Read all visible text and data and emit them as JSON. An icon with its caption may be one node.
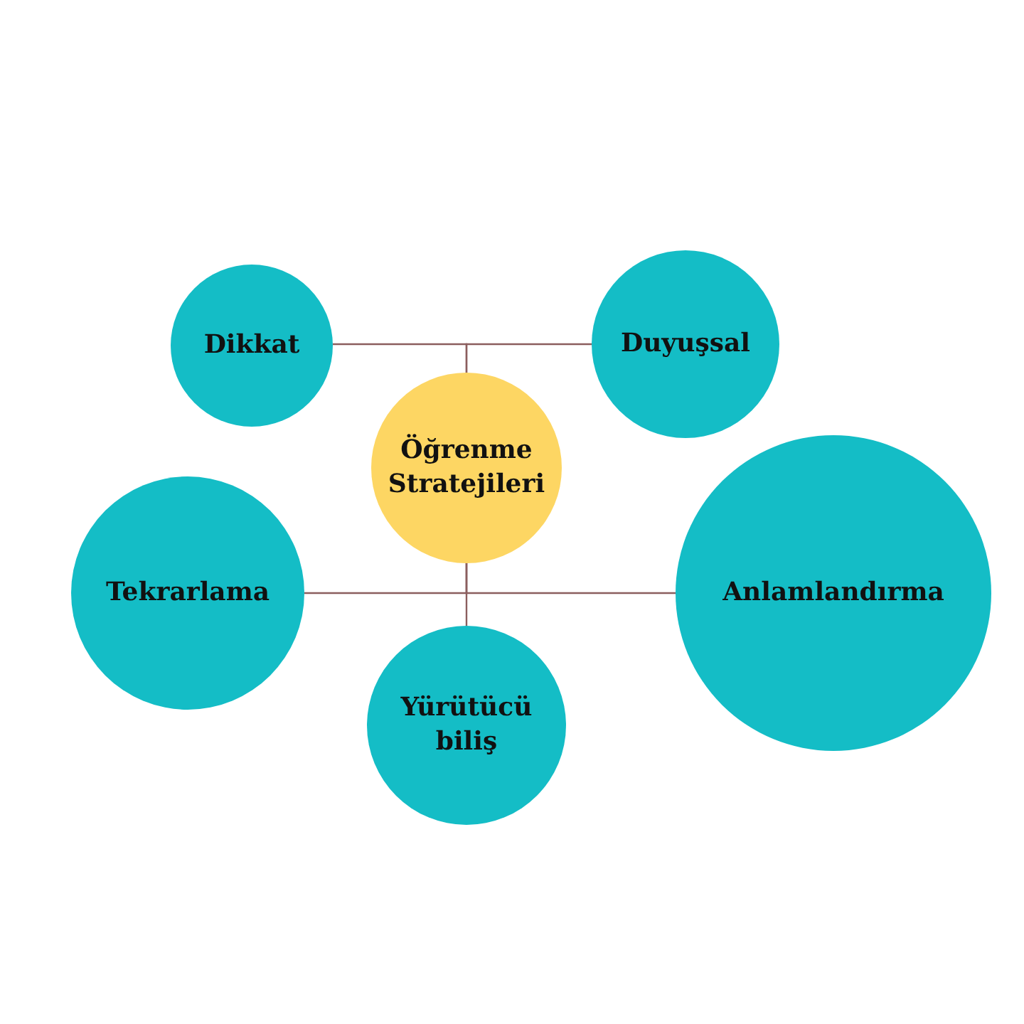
{
  "diagram": {
    "nodes": [
      {
        "text": [
          "Dikkat"
        ]
      },
      {
        "text": [
          "Duyuşsal"
        ]
      },
      {
        "text": [
          "Öğrenme Stratejileri"
        ]
      },
      {
        "text": [
          "Tekrarlama"
        ]
      },
      {
        "text": [
          "Anlamlandırma"
        ]
      },
      {
        "text": [
          "Yürütücü biliş"
        ]
      }
    ],
    "edges": [
      {
        "from": 2,
        "to": 0,
        "arrow": "none"
      },
      {
        "from": 2,
        "to": 1,
        "arrow": "none"
      },
      {
        "from": 2,
        "to": 3,
        "arrow": "none"
      },
      {
        "from": 2,
        "to": 4,
        "arrow": "none"
      },
      {
        "from": 2,
        "to": 5,
        "arrow": "none"
      }
    ]
  }
}
